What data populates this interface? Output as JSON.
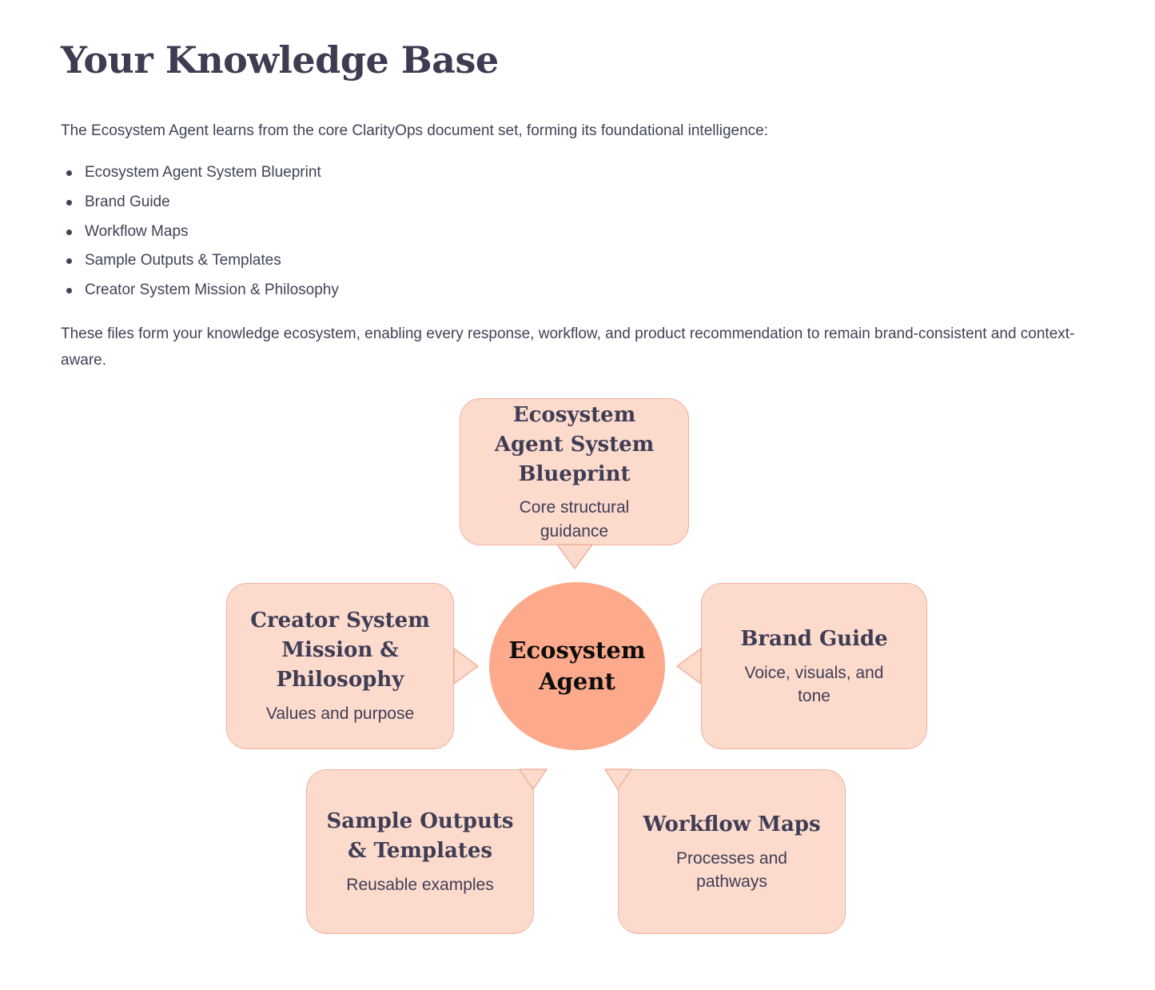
{
  "page": {
    "title": "Your Knowledge Base",
    "intro": "The Ecosystem Agent learns from the core ClarityOps document set, forming its foundational intelligence:",
    "bullets": [
      "Ecosystem Agent System Blueprint",
      "Brand Guide",
      "Workflow Maps",
      "Sample Outputs & Templates",
      "Creator System Mission & Philosophy"
    ],
    "outro": "These files form your knowledge ecosystem, enabling every response, workflow, and product recommendation to remain brand-consistent and context-aware."
  },
  "diagram": {
    "center": {
      "label": "Ecosystem Agent"
    },
    "nodes": {
      "blueprint": {
        "title": "Ecosystem Agent System Blueprint",
        "subtitle": "Core structural guidance"
      },
      "creator": {
        "title": "Creator System Mission & Philosophy",
        "subtitle": "Values and purpose"
      },
      "brand": {
        "title": "Brand Guide",
        "subtitle": "Voice, visuals, and tone"
      },
      "samples": {
        "title": "Sample Outputs & Templates",
        "subtitle": "Reusable examples"
      },
      "workflow": {
        "title": "Workflow Maps",
        "subtitle": "Processes and pathways"
      }
    },
    "colors": {
      "node_fill": "#fcdbcc",
      "node_border": "#f0b19e",
      "center_fill": "#fca98c",
      "title_text": "#3f3d56",
      "body_text": "#3f4356",
      "center_text": "#0d0d0d"
    }
  }
}
